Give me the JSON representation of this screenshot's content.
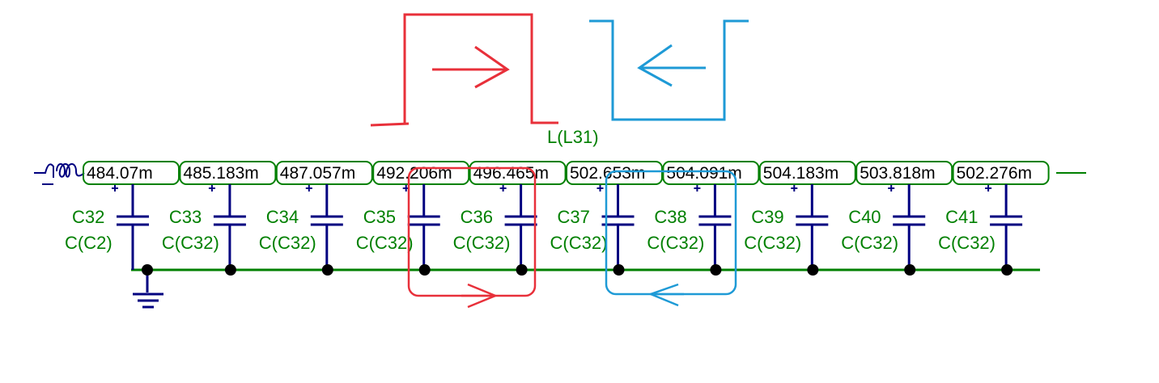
{
  "circuit": {
    "inductor_label": "L(L31)",
    "inductor_values": [
      "484.07m",
      "485.183m",
      "487.057m",
      "492.206m",
      "496.465m",
      "502.653m",
      "504.091m",
      "504.183m",
      "503.818m",
      "502.276m"
    ],
    "capacitor_names": [
      "C32",
      "C33",
      "C34",
      "C35",
      "C36",
      "C37",
      "C38",
      "C39",
      "C40",
      "C41"
    ],
    "capacitor_values": [
      "C(C2)",
      "C(C32)",
      "C(C32)",
      "C(C32)",
      "C(C32)",
      "C(C32)",
      "C(C32)",
      "C(C32)",
      "C(C32)",
      "C(C32)"
    ]
  },
  "annotations": {
    "red_loop": {
      "color": "#e8303a",
      "direction": "right"
    },
    "blue_loop": {
      "color": "#1e9ad6",
      "direction": "left"
    }
  },
  "colors": {
    "wire": "#008000",
    "component": "#000080",
    "node": "#000000"
  }
}
